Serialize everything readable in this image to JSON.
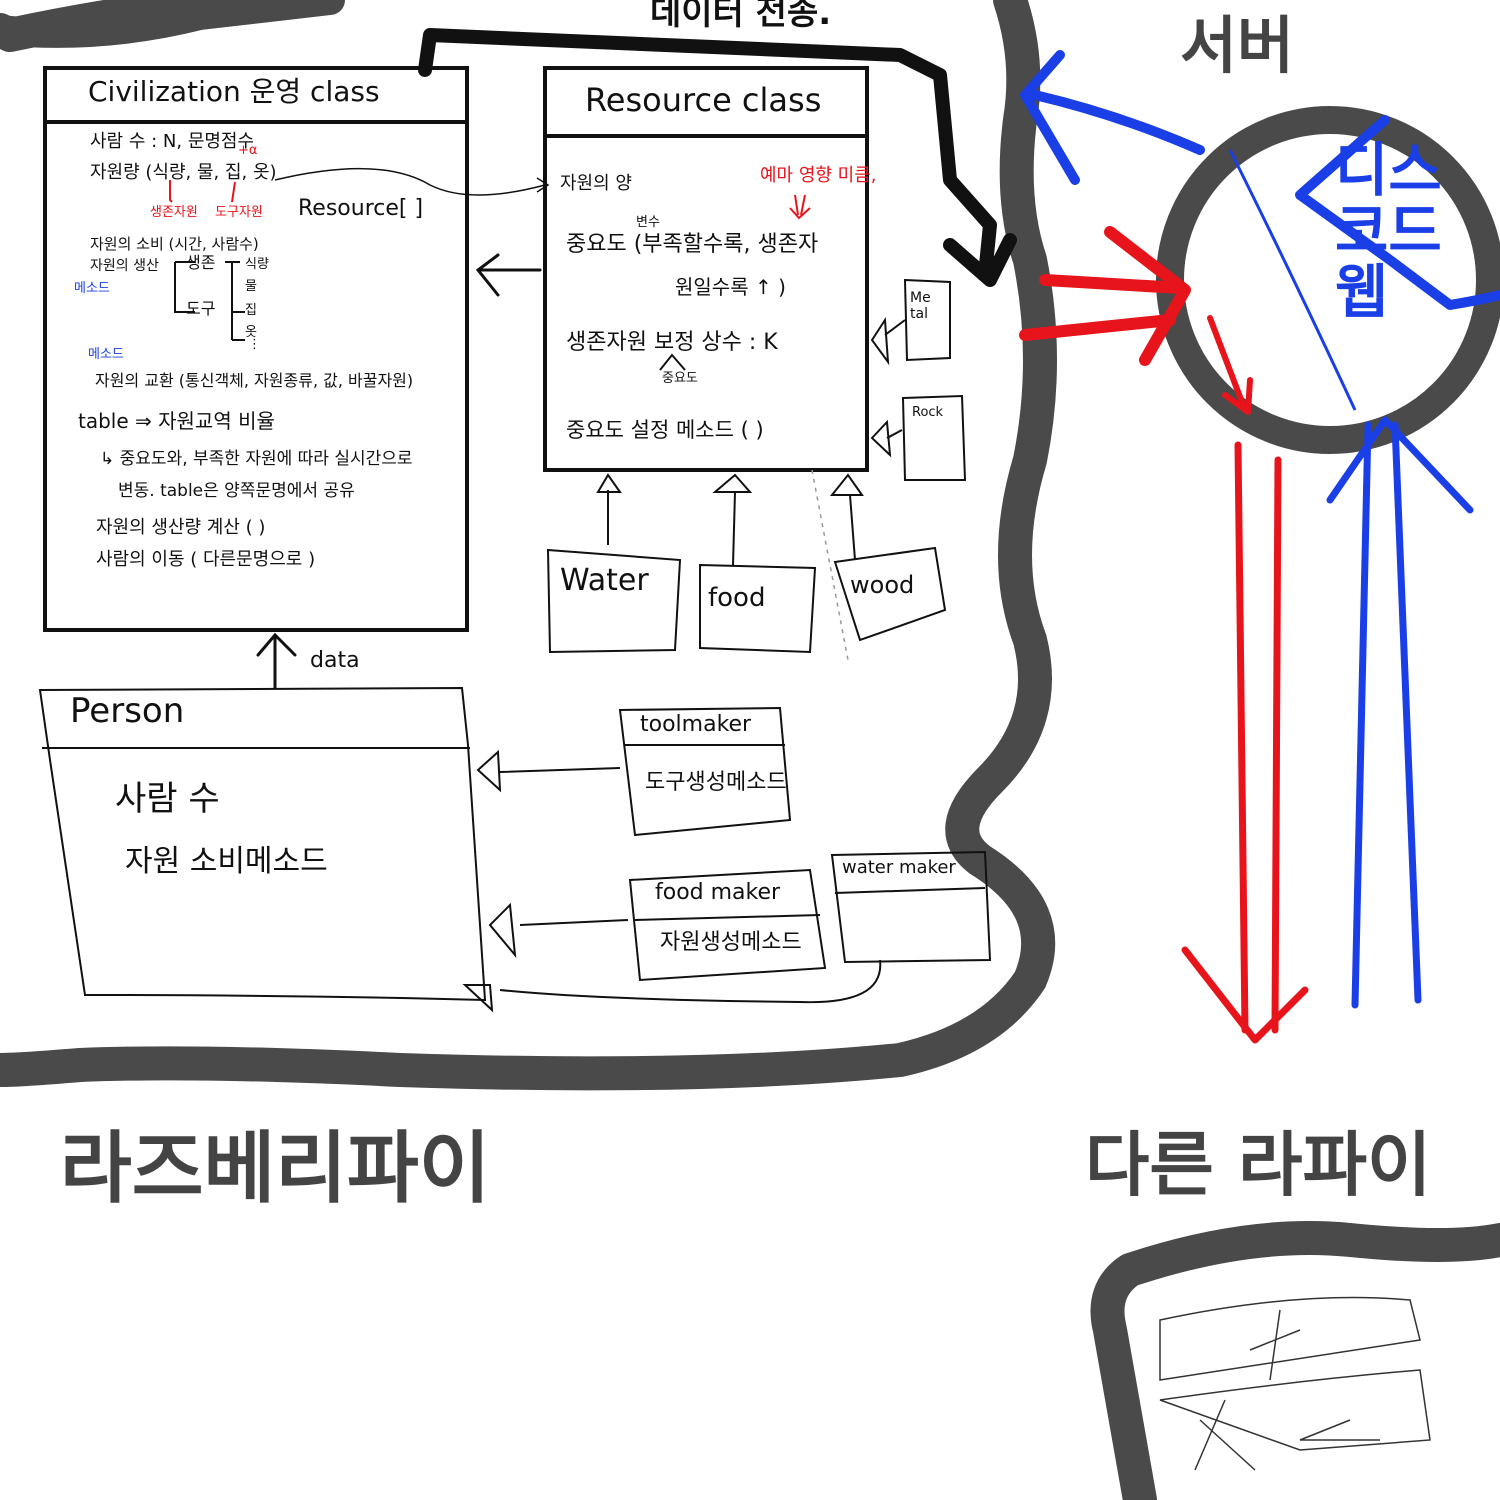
{
  "data_transfer_label": "데이터 전송.",
  "server_label": "서버",
  "server_circle_text": "디스코드 웹",
  "left_region_label": "라즈베리파이",
  "right_region_label": "다른 라파이",
  "civilization_class": {
    "title": "Civilization 운영 class",
    "lines": [
      "사람 수 : N, 문명점수",
      "자원량 (식량, 물, 집, 옷)",
      "자원의 소비 (시간, 사람수)",
      "자원의 생산",
      "자원의 교환 (통신객체, 자원종류, 값, 바꿀자원)",
      "table ⇒ 자원교역 비율",
      "↳ 중요도와, 부족한 자원에 따라 실시간으로",
      "변동. table은 양쪽문명에서 공유",
      "자원의 생산량 계산 ( )",
      "사람의 이동 ( 다른문명으로 )"
    ],
    "plus_alpha": "+α",
    "survival_resource": "생존자원",
    "tool_resource": "도구자원",
    "method_note_1": "메소드",
    "method_note_2": "메소드",
    "tree_survival": "생존",
    "tree_tool": "도구",
    "tree_food": "식량",
    "tree_water": "물",
    "tree_house": "집",
    "tree_clothes": "옷",
    "tree_more": "⋮"
  },
  "resource_array_label": "Resource[ ]",
  "resource_class": {
    "title": "Resource class",
    "lines": [
      "자원의 양",
      "중요도 (부족할수록, 생존자",
      "원일수록 ↑ )",
      "생존자원 보정 상수 : K",
      "중요도 설정 메소드 ( )"
    ],
    "variable_note": "변수",
    "importance_note": "중요도",
    "red_note": "예마 영향 미큼,"
  },
  "subclasses": {
    "metal": "Me tal",
    "rock": "Rock",
    "water": "Water",
    "food": "food",
    "wood": "wood"
  },
  "data_label": "data",
  "person_class": {
    "title": "Person",
    "lines": [
      "사람 수",
      "자원 소비메소드"
    ]
  },
  "toolmaker": {
    "title": "toolmaker",
    "body": "도구생성메소드"
  },
  "foodmaker": {
    "title": "food maker",
    "body": "자원생성메소드"
  },
  "watermaker": {
    "title": "water maker"
  },
  "colors": {
    "ink": "#111111",
    "region": "#4a4a4a",
    "red": "#e8141b",
    "blue": "#1a3fe6"
  }
}
